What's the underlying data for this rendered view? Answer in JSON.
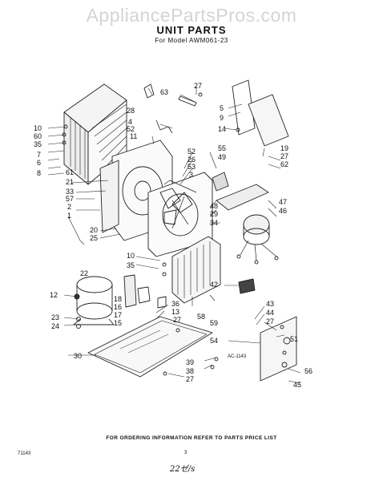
{
  "watermark": "AppliancePartsPros.com",
  "title": "UNIT PARTS",
  "model": "For Model AWM061-23",
  "drawing_code": "AC-1143",
  "footer": "FOR ORDERING INFORMATION REFER TO PARTS PRICE LIST",
  "doc_code": "71143",
  "page_number": "3",
  "signature": "22ゼ/s",
  "callouts": [
    {
      "id": "c10a",
      "text": "10"
    },
    {
      "id": "c60",
      "text": "60"
    },
    {
      "id": "c35a",
      "text": "35"
    },
    {
      "id": "c7",
      "text": "7"
    },
    {
      "id": "c6",
      "text": "6"
    },
    {
      "id": "c8",
      "text": "8"
    },
    {
      "id": "c61",
      "text": "61"
    },
    {
      "id": "c21",
      "text": "21"
    },
    {
      "id": "c33",
      "text": "33"
    },
    {
      "id": "c57",
      "text": "57"
    },
    {
      "id": "c2",
      "text": "2"
    },
    {
      "id": "c1",
      "text": "1"
    },
    {
      "id": "c20",
      "text": "20"
    },
    {
      "id": "c25",
      "text": "25"
    },
    {
      "id": "c28",
      "text": "28"
    },
    {
      "id": "c4",
      "text": "4"
    },
    {
      "id": "c52a",
      "text": "52"
    },
    {
      "id": "c11",
      "text": "11"
    },
    {
      "id": "c63",
      "text": "63"
    },
    {
      "id": "c27a",
      "text": "27"
    },
    {
      "id": "c5",
      "text": "5"
    },
    {
      "id": "c9",
      "text": "9"
    },
    {
      "id": "c14",
      "text": "14"
    },
    {
      "id": "c55",
      "text": "55"
    },
    {
      "id": "c49",
      "text": "49"
    },
    {
      "id": "c52b",
      "text": "52"
    },
    {
      "id": "c26",
      "text": "26"
    },
    {
      "id": "c53",
      "text": "53"
    },
    {
      "id": "c3",
      "text": "3"
    },
    {
      "id": "c19",
      "text": "19"
    },
    {
      "id": "c27b",
      "text": "27"
    },
    {
      "id": "c62",
      "text": "62"
    },
    {
      "id": "c47",
      "text": "47"
    },
    {
      "id": "c46",
      "text": "46"
    },
    {
      "id": "c48",
      "text": "48"
    },
    {
      "id": "c29",
      "text": "29"
    },
    {
      "id": "c34",
      "text": "34"
    },
    {
      "id": "c10b",
      "text": "10"
    },
    {
      "id": "c35b",
      "text": "35"
    },
    {
      "id": "c22",
      "text": "22"
    },
    {
      "id": "c12",
      "text": "12"
    },
    {
      "id": "c18",
      "text": "18"
    },
    {
      "id": "c16",
      "text": "16"
    },
    {
      "id": "c17",
      "text": "17"
    },
    {
      "id": "c15",
      "text": "15"
    },
    {
      "id": "c23",
      "text": "23"
    },
    {
      "id": "c24",
      "text": "24"
    },
    {
      "id": "c36",
      "text": "36"
    },
    {
      "id": "c13",
      "text": "13"
    },
    {
      "id": "c42",
      "text": "42"
    },
    {
      "id": "c58",
      "text": "58"
    },
    {
      "id": "c59",
      "text": "59"
    },
    {
      "id": "c27c",
      "text": "27"
    },
    {
      "id": "c43",
      "text": "43"
    },
    {
      "id": "c44",
      "text": "44"
    },
    {
      "id": "c27d",
      "text": "27"
    },
    {
      "id": "c51",
      "text": "51"
    },
    {
      "id": "c54",
      "text": "54"
    },
    {
      "id": "c30",
      "text": "30"
    },
    {
      "id": "c39",
      "text": "39"
    },
    {
      "id": "c38",
      "text": "38"
    },
    {
      "id": "c27e",
      "text": "27"
    },
    {
      "id": "c56",
      "text": "56"
    },
    {
      "id": "c45",
      "text": "45"
    }
  ]
}
